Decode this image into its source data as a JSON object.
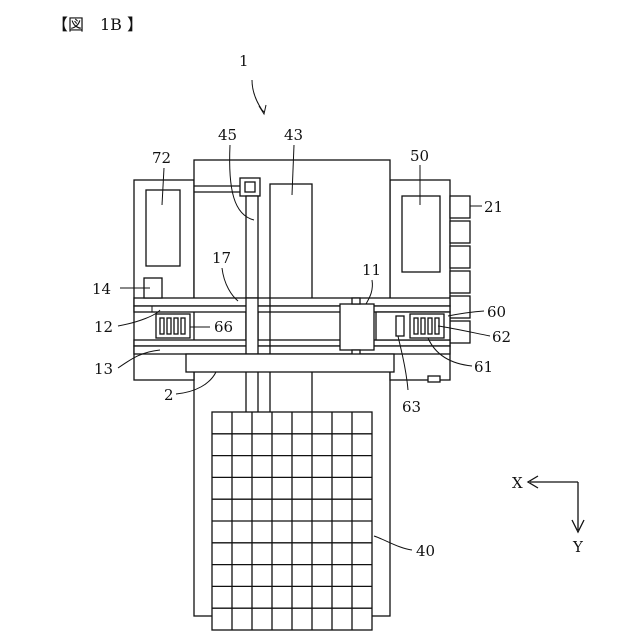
{
  "figure_title": "【図　1B 】",
  "labels": {
    "l1": "1",
    "l45": "45",
    "l43": "43",
    "l72": "72",
    "l50": "50",
    "l21": "21",
    "l17": "17",
    "l11": "11",
    "l14": "14",
    "l60": "60",
    "l12": "12",
    "l66": "66",
    "l62": "62",
    "l13": "13",
    "l61": "61",
    "l2": "2",
    "l63": "63",
    "l40": "40"
  },
  "axes": {
    "x": "X",
    "y": "Y"
  },
  "grid": {
    "cols": 8,
    "rows": 10
  }
}
